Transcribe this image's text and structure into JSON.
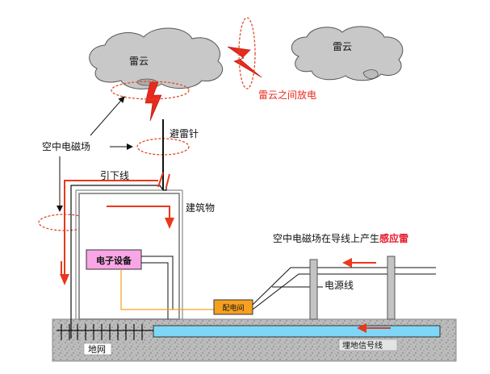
{
  "labels": {
    "cloud_left": "雷云",
    "cloud_right": "雷云",
    "inter_cloud_discharge": "雷云之间放电",
    "air_em_field": "空中电磁场",
    "lightning_rod": "避雷针",
    "down_conductor": "引下线",
    "building": "建筑物",
    "induced_lightning_prefix": "空中电磁场在导线上产生",
    "induced_lightning_emph": "感应雷",
    "power_line": "电源线",
    "electronic_equipment": "电子设备",
    "distribution_box": "配电间",
    "ground_grid": "地网",
    "buried_signal_line": "埋地信号线"
  },
  "colors": {
    "lightning": "#e8291c",
    "arrow_red": "#e8391c",
    "ellipse": "#e04a2a",
    "emphasis": "#e8192c",
    "equipment_fill": "#f9a6e6",
    "signal_line": "#7fd7f7",
    "distribution_fill": "#f6a020",
    "cloud_fill": "#c8c8c8"
  }
}
